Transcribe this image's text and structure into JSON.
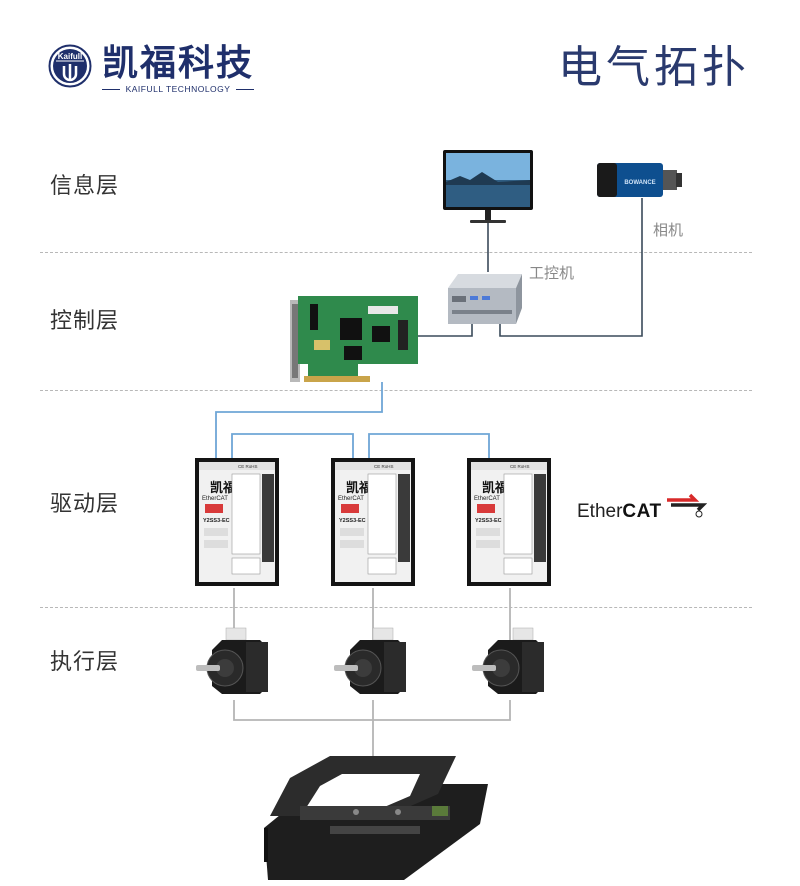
{
  "brand": {
    "logo_text": "Kaifull",
    "name_cn": "凯福科技",
    "name_en": "KAIFULL TECHNOLOGY"
  },
  "page_title": "电气拓扑",
  "layers": [
    {
      "label": "信息层"
    },
    {
      "label": "控制层"
    },
    {
      "label": "驱动层"
    },
    {
      "label": "执行层"
    }
  ],
  "devices": {
    "camera_label": "相机",
    "ipc_label": "工控机",
    "camera_brand": "BOWANCE",
    "driver_model": "Y2SS3-EC",
    "driver_brand": "凯福",
    "driver_bus": "EtherCAT",
    "driver_ce": "CE RoHS"
  },
  "protocol": {
    "name_light": "Ether",
    "name_bold": "CAT"
  },
  "colors": {
    "brand_navy": "#1f2f6b",
    "bus_line": "#6fa6d6",
    "wire_line": "#3a4a5a",
    "motor_wire": "#b5b5b5",
    "divider": "#b8b8b8",
    "ethercat_red": "#d82a2a"
  }
}
